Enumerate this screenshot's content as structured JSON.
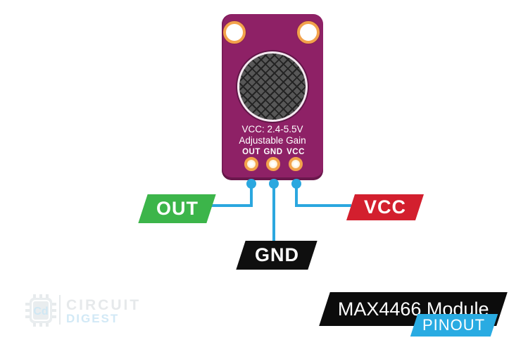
{
  "board": {
    "color": "#8e2166",
    "spec_line1": "VCC: 2.4-5.5V",
    "spec_line2": "Adjustable Gain",
    "pin_labels": [
      "OUT",
      "GND",
      "VCC"
    ]
  },
  "callouts": [
    {
      "label": "OUT",
      "color": "#3cb54a"
    },
    {
      "label": "GND",
      "color": "#0f0f0f"
    },
    {
      "label": "VCC",
      "color": "#d31f2e"
    }
  ],
  "wire_color": "#2ba7df",
  "pad_ring_color": "#f2a24b",
  "banner": {
    "title": "MAX4466 Module",
    "subtitle": "PINOUT",
    "title_bg": "#0c0c0c",
    "subtitle_bg": "#29abe2"
  },
  "logo": {
    "monogram": "Cd",
    "line1": "CIRCUIT",
    "line2": "DIGEST"
  }
}
